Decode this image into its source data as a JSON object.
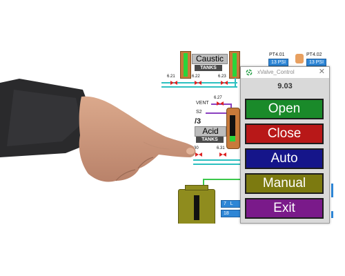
{
  "popup": {
    "title": "xValve_Control",
    "close_glyph": "✕",
    "readout": "9.03",
    "buttons": [
      {
        "label": "Open",
        "color": "#1a8a2a"
      },
      {
        "label": "Close",
        "color": "#b81818"
      },
      {
        "label": "Auto",
        "color": "#15158a"
      },
      {
        "label": "Manual",
        "color": "#7c7a10"
      },
      {
        "label": "Exit",
        "color": "#7a1a8a"
      }
    ],
    "icon": "gear-refresh-icon"
  },
  "hmi": {
    "caustic_tank": {
      "label": "Caustic",
      "sublabel": "TANKS"
    },
    "acid_tank": {
      "label": "Acid",
      "sublabel": "TANKS"
    },
    "transmitters": [
      {
        "tag": "PT4.01",
        "value": "13 PSI"
      },
      {
        "tag": "PT4.02",
        "value": "13 PSI"
      }
    ],
    "valves": [
      "6.21",
      "6.22",
      "6.23",
      "6.27",
      "6.31",
      "30"
    ],
    "labels": {
      "vent": "VENT",
      "s2": "S2",
      "ratio": "/3"
    },
    "level_displays": [
      {
        "value": "7",
        "unit": "L"
      },
      {
        "value": "18",
        "unit": ""
      }
    ]
  },
  "colors": {
    "pipe_cyan": "#2bc0c0",
    "pipe_green": "#3ac84a",
    "pipe_purple": "#8a3fc0",
    "psi_blue": "#2e86d6",
    "tank_olive": "#8f8c1e",
    "tank_copper": "#c87a3a"
  }
}
